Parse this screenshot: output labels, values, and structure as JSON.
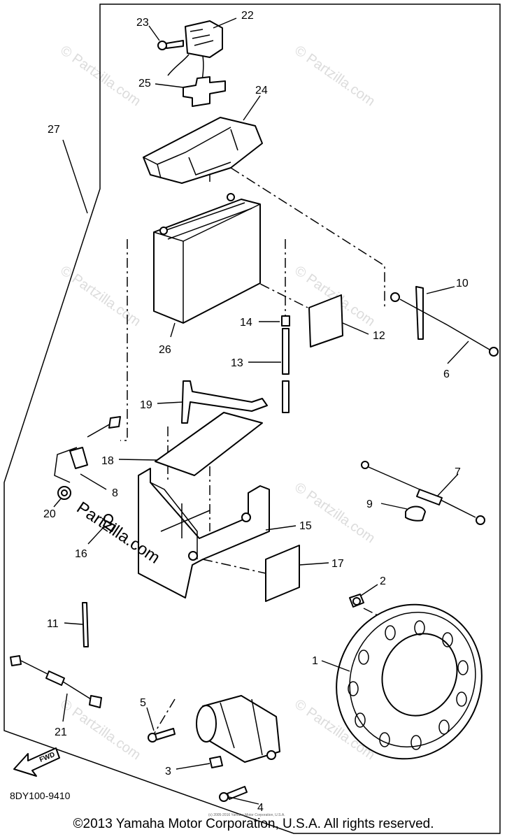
{
  "diagram": {
    "doc_code": "8DY100-9410",
    "fwd_label": "FWD",
    "copyright": "©2013 Yamaha Motor Corporation, U.S.A. All rights reserved.",
    "tiny_note": "(c) 2005-2016 Yamaha Motor Corporation, U.S.A.",
    "watermark": "© Partzilla.com",
    "watermark_brand": "Partzilla.com"
  },
  "callouts": {
    "c1": "1",
    "c2": "2",
    "c3": "3",
    "c4": "4",
    "c5": "5",
    "c6": "6",
    "c7": "7",
    "c8": "8",
    "c9": "9",
    "c10": "10",
    "c11": "11",
    "c12": "12",
    "c13": "13",
    "c14": "14",
    "c15": "15",
    "c16": "16",
    "c17": "17",
    "c18": "18",
    "c19": "19",
    "c20": "20",
    "c21": "21",
    "c22": "22",
    "c23": "23",
    "c24": "24",
    "c25": "25",
    "c26": "26",
    "c27": "27"
  }
}
